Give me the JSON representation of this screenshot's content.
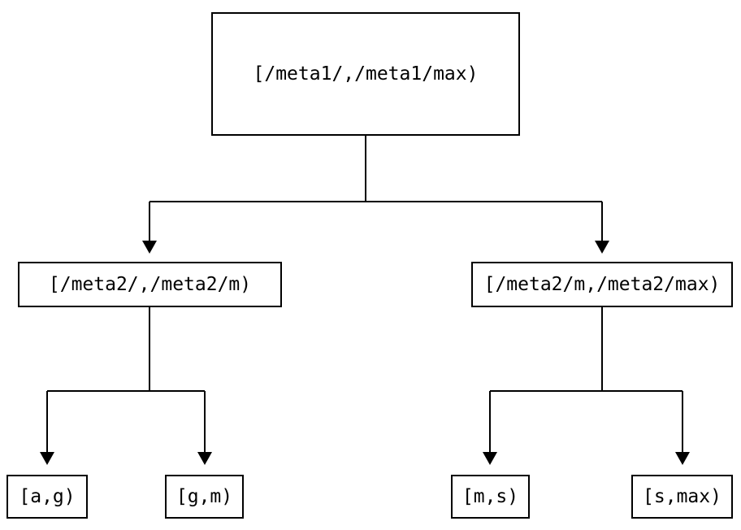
{
  "diagram": {
    "type": "tree",
    "nodes": {
      "root": "[/meta1/,/meta1/max)",
      "left_child": "[/meta2/,/meta2/m)",
      "right_child": "[/meta2/m,/meta2/max)",
      "leaf_1": "[a,g)",
      "leaf_2": "[g,m)",
      "leaf_3": "[m,s)",
      "leaf_4": "[s,max)"
    },
    "colors": {
      "background": "#ffffff",
      "line": "#000000",
      "box_border": "#000000",
      "text": "#000000"
    }
  }
}
